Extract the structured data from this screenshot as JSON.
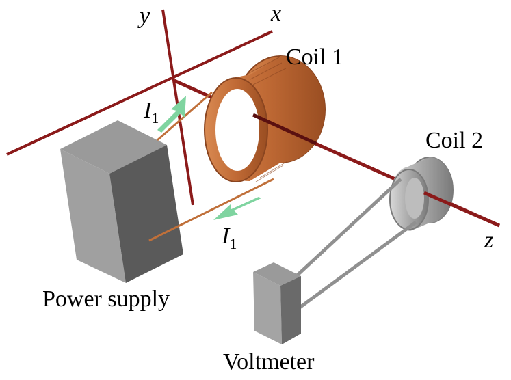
{
  "labels": {
    "axis_x": "x",
    "axis_y": "y",
    "axis_z": "z",
    "coil1": "Coil 1",
    "coil2": "Coil 2",
    "power_supply": "Power supply",
    "voltmeter": "Voltmeter",
    "current_symbol": "I",
    "current_subscript": "1"
  },
  "colors": {
    "axis": "#8b1a1a",
    "copper": "#c0703a",
    "copper_dark": "#8a4520",
    "silver": "#a8a8a8",
    "arrow": "#7fd4a0",
    "box": "#6e6e6e"
  }
}
